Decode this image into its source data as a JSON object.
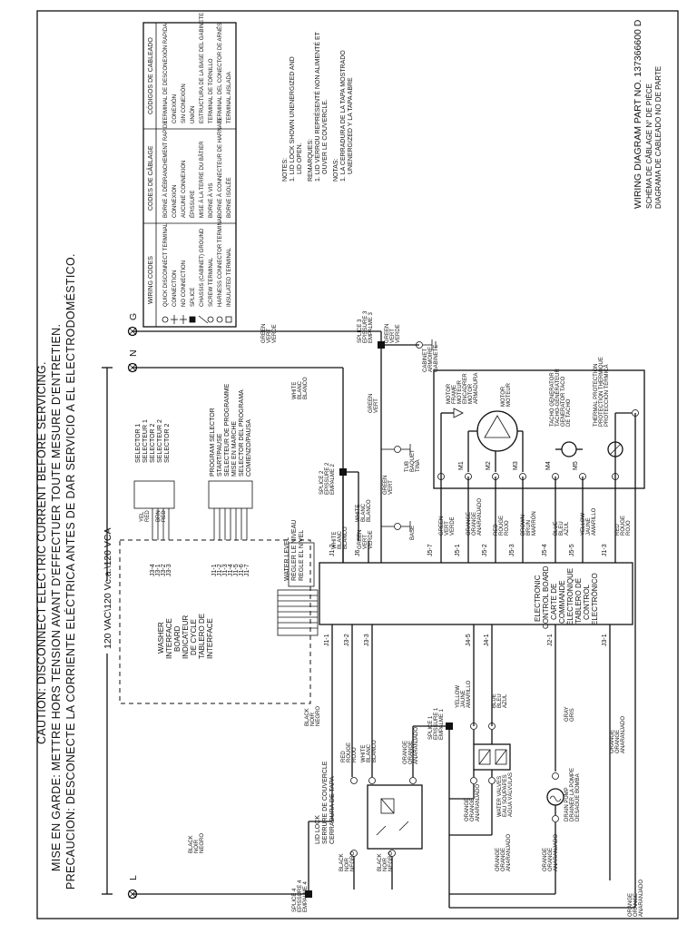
{
  "caution": {
    "en": "CAUTION: DISCONNECT ELECTRIC CURRENT BEFORE SERVICING.",
    "fr": "MISE EN GARDE: METTRE HORS TENSION AVANT D'EFFECTUER TOUTE MESURE D'ENTRETIEN.",
    "es": "PRECAUCION: DESCONECTE LA CORRIENTE ELÉCTRICA ANTES DE DAR SERVICIO A EL ELECTRODOMÉSTICO."
  },
  "supply": {
    "voltage": "120 VAC\\120 Vc.a.\\120 VCA",
    "L": "L",
    "N": "N",
    "G": "G"
  },
  "wiring_codes": {
    "headers": [
      "WIRING CODES",
      "CODES DE CÂBLAGE",
      "CÓDIGOS DE CABLEADO"
    ],
    "rows": [
      [
        "QUICK DISCONNECT TERMINAL",
        "BORNE À DÉBRANCHEMENT RAPIDE",
        "TERMINAL DE DESCONEXIÓN RAPIDA"
      ],
      [
        "CONNECTION",
        "CONNEXION",
        "CONEXIÓN"
      ],
      [
        "NO CONNECTION",
        "AUCUNE CONNEXION",
        "SIN CONEXIÓN"
      ],
      [
        "SPLICE",
        "ÉPISSURE",
        "UNIÓN"
      ],
      [
        "CHASSIS (CABINET) GROUND",
        "MISE À LA TERRE DU BÂTIER",
        "ESTRUCTURA DE LA BASE DEL GABINETE"
      ],
      [
        "SCREW TERMINAL",
        "BORNE À VIS",
        "TERMINAL DE TORNILLO"
      ],
      [
        "HARNESS CONNECTOR TERMINAL",
        "BORNE À CONNECTEUR DE HARNAIS",
        "TERMINAL DEL CONECTOR DE ARNÉS"
      ],
      [
        "INSULATED TERMINAL",
        "BORNE ISOLÉE",
        "TERMINAL AISLADA"
      ]
    ]
  },
  "notes": [
    "NOTES:",
    "1. LID LOCK SHOWN UNENERGIZED AND",
    "LID OPEN.",
    "REMARQUES:",
    "1. LID VERROU REPRÉSENTÉ NON ALIMENTÉ ET",
    "OUVER LE COUVERCLE.",
    "NOTAS:",
    "1. LA CERRADURA DE LA TAPA MOSTRADO",
    "UNENERGIZED Y LA TAPA ABRE"
  ],
  "part_number": [
    "WIRING DIAGRAM PART NO. 137366600 D",
    "SCHÉMA DE CÂBLAGE N° DE PIÈCE",
    "DIAGRAMA DE CABLEADO NO DE PARTE"
  ],
  "components": {
    "washer_interface": [
      "WASHER",
      "INTERFACE",
      "BOARD",
      "INDICATEUR",
      "DE CYCLE",
      "TABLERO DE",
      "INTERFACE"
    ],
    "selectors": [
      "SELECTOR 1",
      "SELECTEUR 1",
      "SELECTOR 2",
      "SELECTEUR 2",
      "SELECTOR 2"
    ],
    "program_selector": [
      "PROGRAM SELECTOR",
      "START/PAUSE",
      "SELECTEUR DE PROGRAMME",
      "MISE EN MARCHE",
      "SELECTOR DEL PROGRAMA",
      "COMIENZO/PAUSA"
    ],
    "water_level": [
      "WATER LEVEL",
      "RÉGLER LE NIVEAU",
      "REGLE EL NIVEL"
    ],
    "control_board": [
      "ELECTRONIC",
      "CONTROL BOARD",
      "CARTE DE",
      "COMMANDE",
      "ÉLECTRONIQUE",
      "TABLERO DE",
      "CONTROL",
      "ELECTRÓNICO"
    ],
    "motor": [
      "MOTOR",
      "MOTEUR"
    ],
    "motor_frame": [
      "MOTOR",
      "FRAME",
      "MOTEUR",
      "ENCADRER",
      "MOTOR",
      "ARMADURA"
    ],
    "tacho": [
      "TACHO GENERATOR",
      "TACHO-GÉNÉRATEUR",
      "GENERATOR TACO",
      "DE TACHO"
    ],
    "thermal": [
      "THERMAL PROTECTION",
      "PROTECTION THERMIQUE",
      "PROTECCIÓN TÉRMICA"
    ],
    "lid_lock": [
      "LID LOCK",
      "SERRURE DE COUVERCLE",
      "CERRADURA DE TAPA"
    ],
    "water_valves": [
      "WATER VALVES",
      "EAU SOUPAPES",
      "AGUA VÁLVULAS"
    ],
    "drain_pump": [
      "DRAIN PUMP",
      "DRAINER LA POMPE",
      "DESAGÜE BOMBA"
    ],
    "tub": [
      "TUB",
      "BAQUET",
      "TINA"
    ],
    "base": "BASE",
    "cabinet": [
      "CABINET",
      "ARMOIRE",
      "GABINETE"
    ]
  },
  "splices": {
    "s1": [
      "SPLICE 1",
      "EPISSURE 1",
      "EMPALME 1"
    ],
    "s2": [
      "SPLICE 2",
      "EPISSURE 2",
      "EMPALME 2"
    ],
    "s3": [
      "SPLICE 3",
      "EPISSURE 3",
      "EMPALME 3"
    ],
    "s4": [
      "SPLICE 4",
      "EPISSURE 4",
      "EMPALME 4"
    ]
  },
  "connectors": {
    "j1_1": "J1-1",
    "j1_2": "J1-2",
    "j1_3": "J1-3",
    "j2_1": "J2-1",
    "j2_2": "J2-2",
    "j3_1": "J3-1",
    "j3_2": "J3-2",
    "j3_3": "J3-3",
    "j3_4": "J3-4",
    "j4_1": "J4-1",
    "j4_5": "J4-5",
    "j5_1": "J5-1",
    "j5_2": "J5-2",
    "j5_3": "J5-3",
    "j5_4": "J5-4",
    "j5_5": "J5-5",
    "j5_7": "J5-7",
    "j6": "J6",
    "jp": [
      "J1-1",
      "J1-2",
      "J1-3",
      "J1-4",
      "J1-5",
      "J1-6",
      "J1-7"
    ],
    "m": [
      "M1",
      "M2",
      "M3",
      "M4",
      "M5"
    ]
  },
  "wires": {
    "black": [
      "BLACK",
      "NOIR",
      "NEGRO"
    ],
    "white": [
      "WHITE",
      "BLANC",
      "BLANCO"
    ],
    "red": [
      "RED",
      "ROUGE",
      "ROJO"
    ],
    "orange": [
      "ORANGE",
      "ORANGE",
      "ANARANJADO"
    ],
    "green": [
      "GREEN",
      "VERT",
      "VERDE"
    ],
    "blue": [
      "BLUE",
      "BLEU",
      "AZUL"
    ],
    "yellow": [
      "YELLOW",
      "JAUNE",
      "AMARILLO"
    ],
    "brown": [
      "BROWN",
      "BRUN",
      "MARRÓN"
    ],
    "gray": [
      "GRAY",
      "GRIS"
    ],
    "yel": "YEL",
    "red_s": "RED",
    "brn": "BRN"
  }
}
